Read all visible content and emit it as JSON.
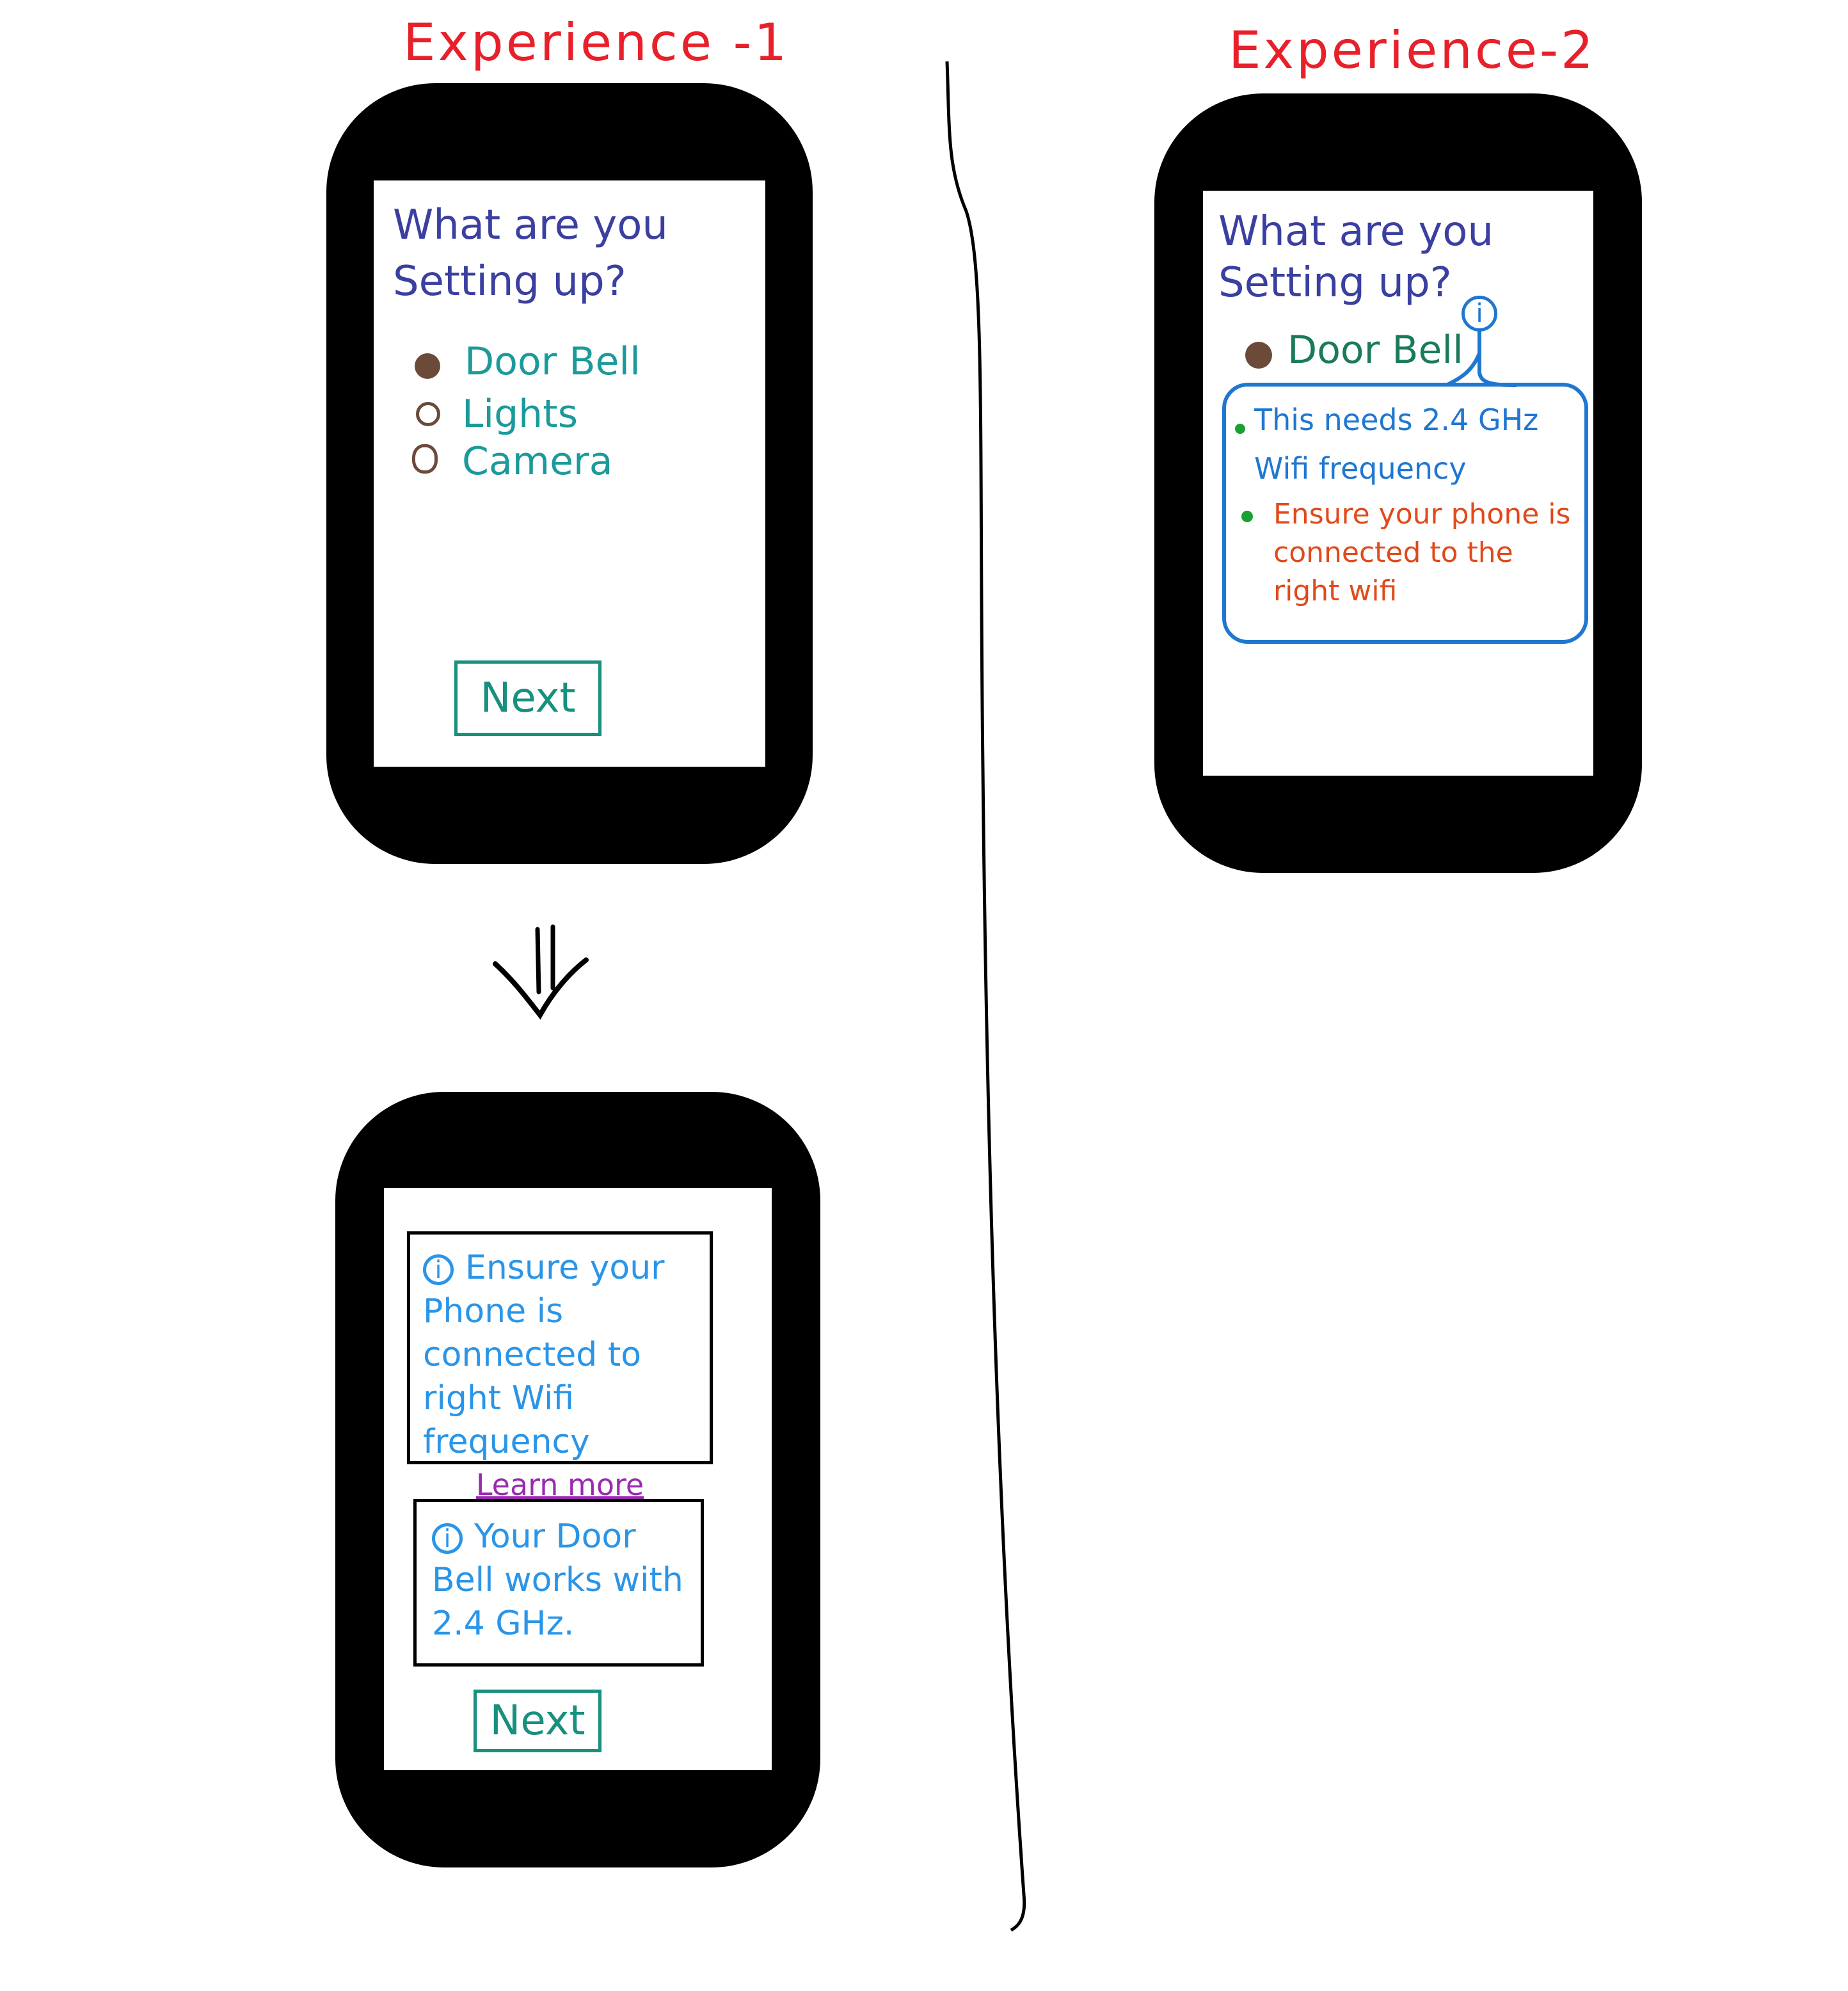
{
  "experience_1": {
    "title": "Experience -1",
    "screen_1": {
      "question_line1": "What are you",
      "question_line2": "Setting up?",
      "options": [
        {
          "label": "Door Bell",
          "selected": true
        },
        {
          "label": "Lights",
          "selected": false
        },
        {
          "label": "Camera",
          "selected": false
        }
      ],
      "next_label": "Next"
    },
    "arrow_icon": "double-arrow-down-icon",
    "screen_2": {
      "note_1": {
        "icon": "info-icon",
        "text": "Ensure your Phone is connected to right Wifi frequency",
        "link": "Learn more"
      },
      "note_2": {
        "icon": "info-icon",
        "text": "Your Door Bell works with 2.4 GHz."
      },
      "next_label": "Next"
    }
  },
  "experience_2": {
    "title": "Experience-2",
    "screen": {
      "question_line1": "What are you",
      "question_line2": "Setting up?",
      "option": {
        "label": "Door Bell",
        "selected": true
      },
      "info_icon": "info-icon",
      "tooltip": {
        "bullet_1": "This needs 2.4 GHz Wifi frequency",
        "bullet_2": "Ensure your phone is connected to the right wifi"
      }
    }
  },
  "colors": {
    "title": "#e8202a",
    "question": "#3a3fa0",
    "option_text": "#1a9a9a",
    "radio": "#6b4a3a",
    "button": "#17907e",
    "callout_border": "#1f77d0",
    "bullet": "#1aa030",
    "warning_text": "#e04a1a",
    "note_text": "#2a95e8",
    "link": "#9a2ab0"
  }
}
